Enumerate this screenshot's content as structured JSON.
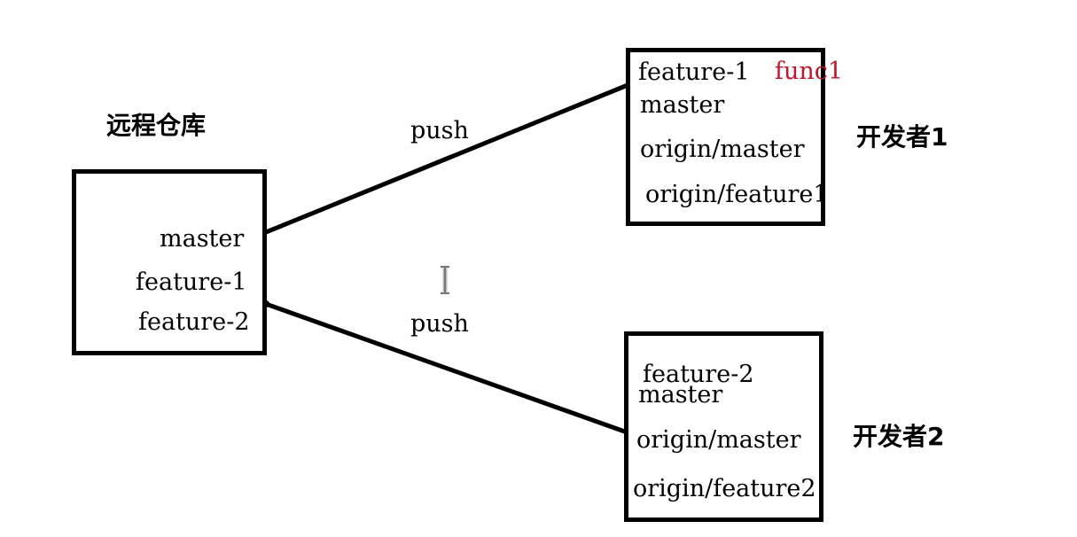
{
  "remote": {
    "title": "远程仓库",
    "branches": [
      "master",
      "feature-1",
      "feature-2"
    ]
  },
  "links": {
    "push_top": "push",
    "push_bottom": "push"
  },
  "dev1": {
    "name": "开发者1",
    "branches": [
      "feature-1",
      "master",
      "origin/master",
      "origin/feature1"
    ],
    "annotation": "func1"
  },
  "dev2": {
    "name": "开发者2",
    "branches": [
      "feature-2",
      "master",
      "origin/master",
      "origin/feature2"
    ]
  },
  "colors": {
    "annotation": "#c0182a",
    "stroke": "#000000"
  },
  "icons": {
    "cursor": "text-cursor-icon"
  }
}
